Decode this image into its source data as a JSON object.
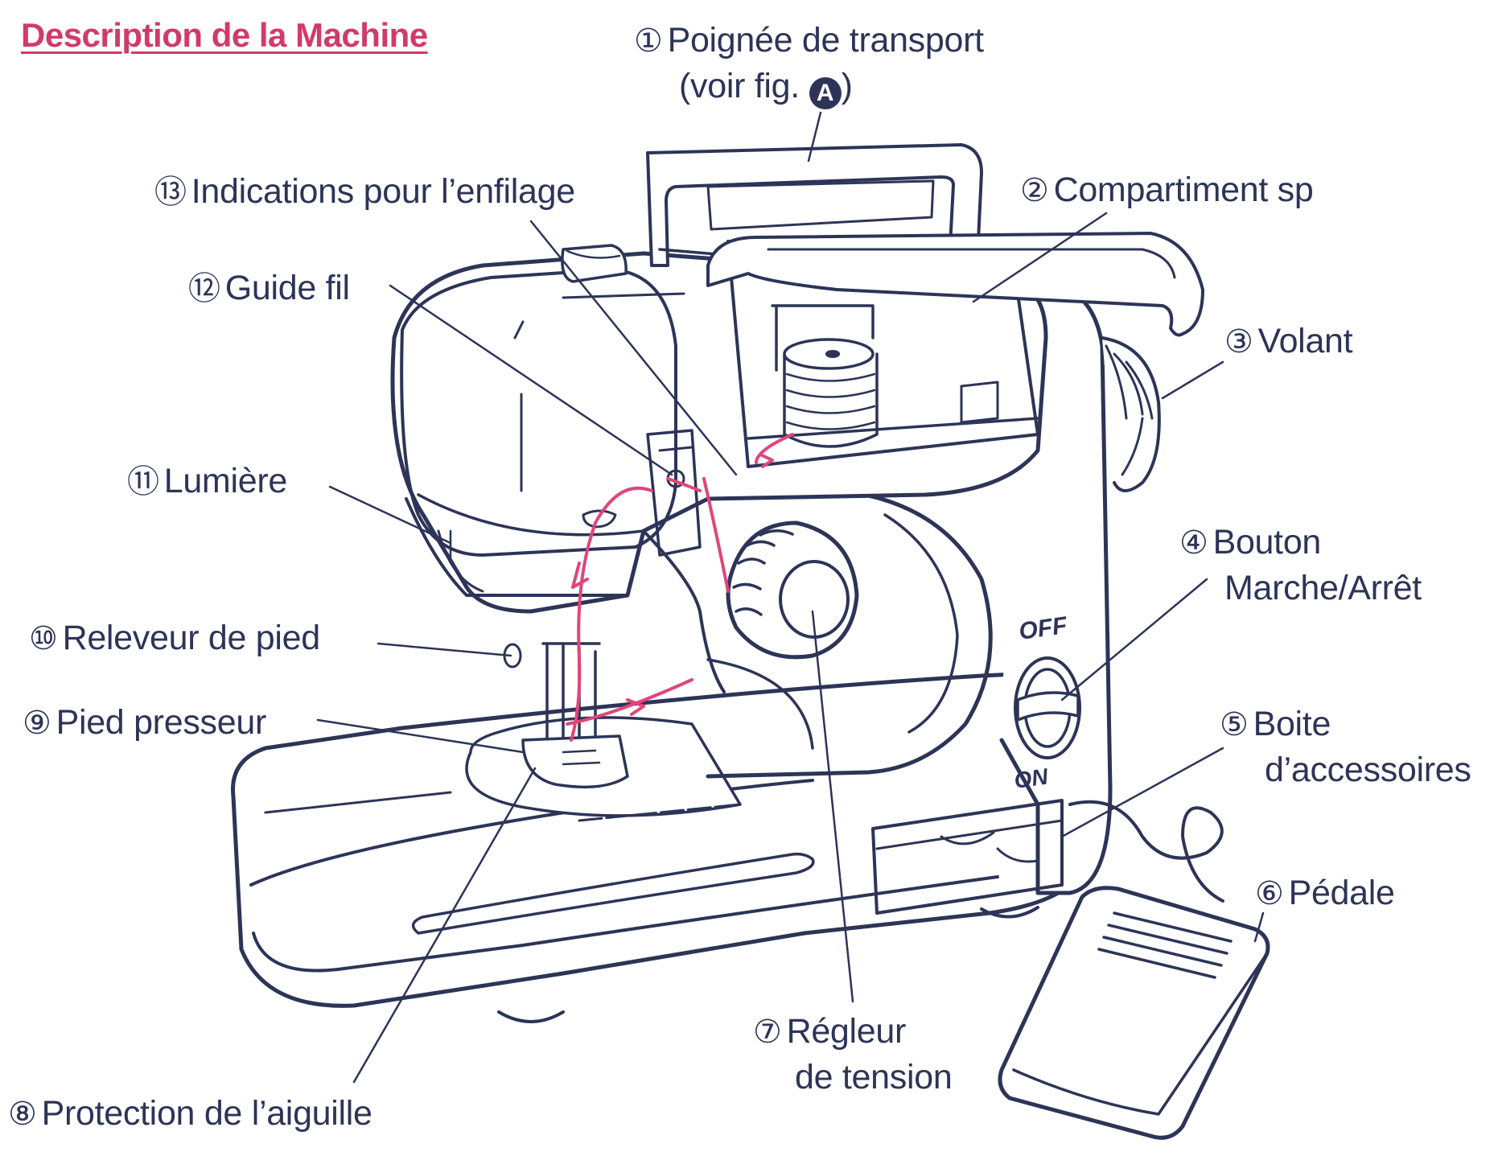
{
  "title": "Description de la Machine",
  "labels": [
    {
      "id": 1,
      "num": "①",
      "text": "Poignée de transport",
      "text2": "(voir fig. ",
      "badge": "A",
      "text3": ")"
    },
    {
      "id": 2,
      "num": "②",
      "text": "Compartiment sp"
    },
    {
      "id": 3,
      "num": "③",
      "text": "Volant"
    },
    {
      "id": 4,
      "num": "④",
      "text": "Bouton",
      "text2": "Marche/Arrêt"
    },
    {
      "id": 5,
      "num": "⑤",
      "text": "Boite",
      "text2": "d’accessoires"
    },
    {
      "id": 6,
      "num": "⑥",
      "text": "Pédale"
    },
    {
      "id": 7,
      "num": "⑦",
      "text": "Régleur",
      "text2": "de tension"
    },
    {
      "id": 8,
      "num": "⑧",
      "text": "Protection de l’aiguille"
    },
    {
      "id": 9,
      "num": "⑨",
      "text": "Pied presseur"
    },
    {
      "id": 10,
      "num": "⑩",
      "text": "Releveur de pied"
    },
    {
      "id": 11,
      "num": "⑪",
      "text": "Lumière"
    },
    {
      "id": 12,
      "num": "⑫",
      "text": "Guide fil"
    },
    {
      "id": 13,
      "num": "⑬",
      "text": "Indications pour l’enfilage"
    }
  ],
  "switch_labels": {
    "off": "OFF",
    "on": "ON"
  },
  "colors": {
    "ink": "#2d3457",
    "title": "#d13a6a",
    "thread": "#e0467a"
  }
}
